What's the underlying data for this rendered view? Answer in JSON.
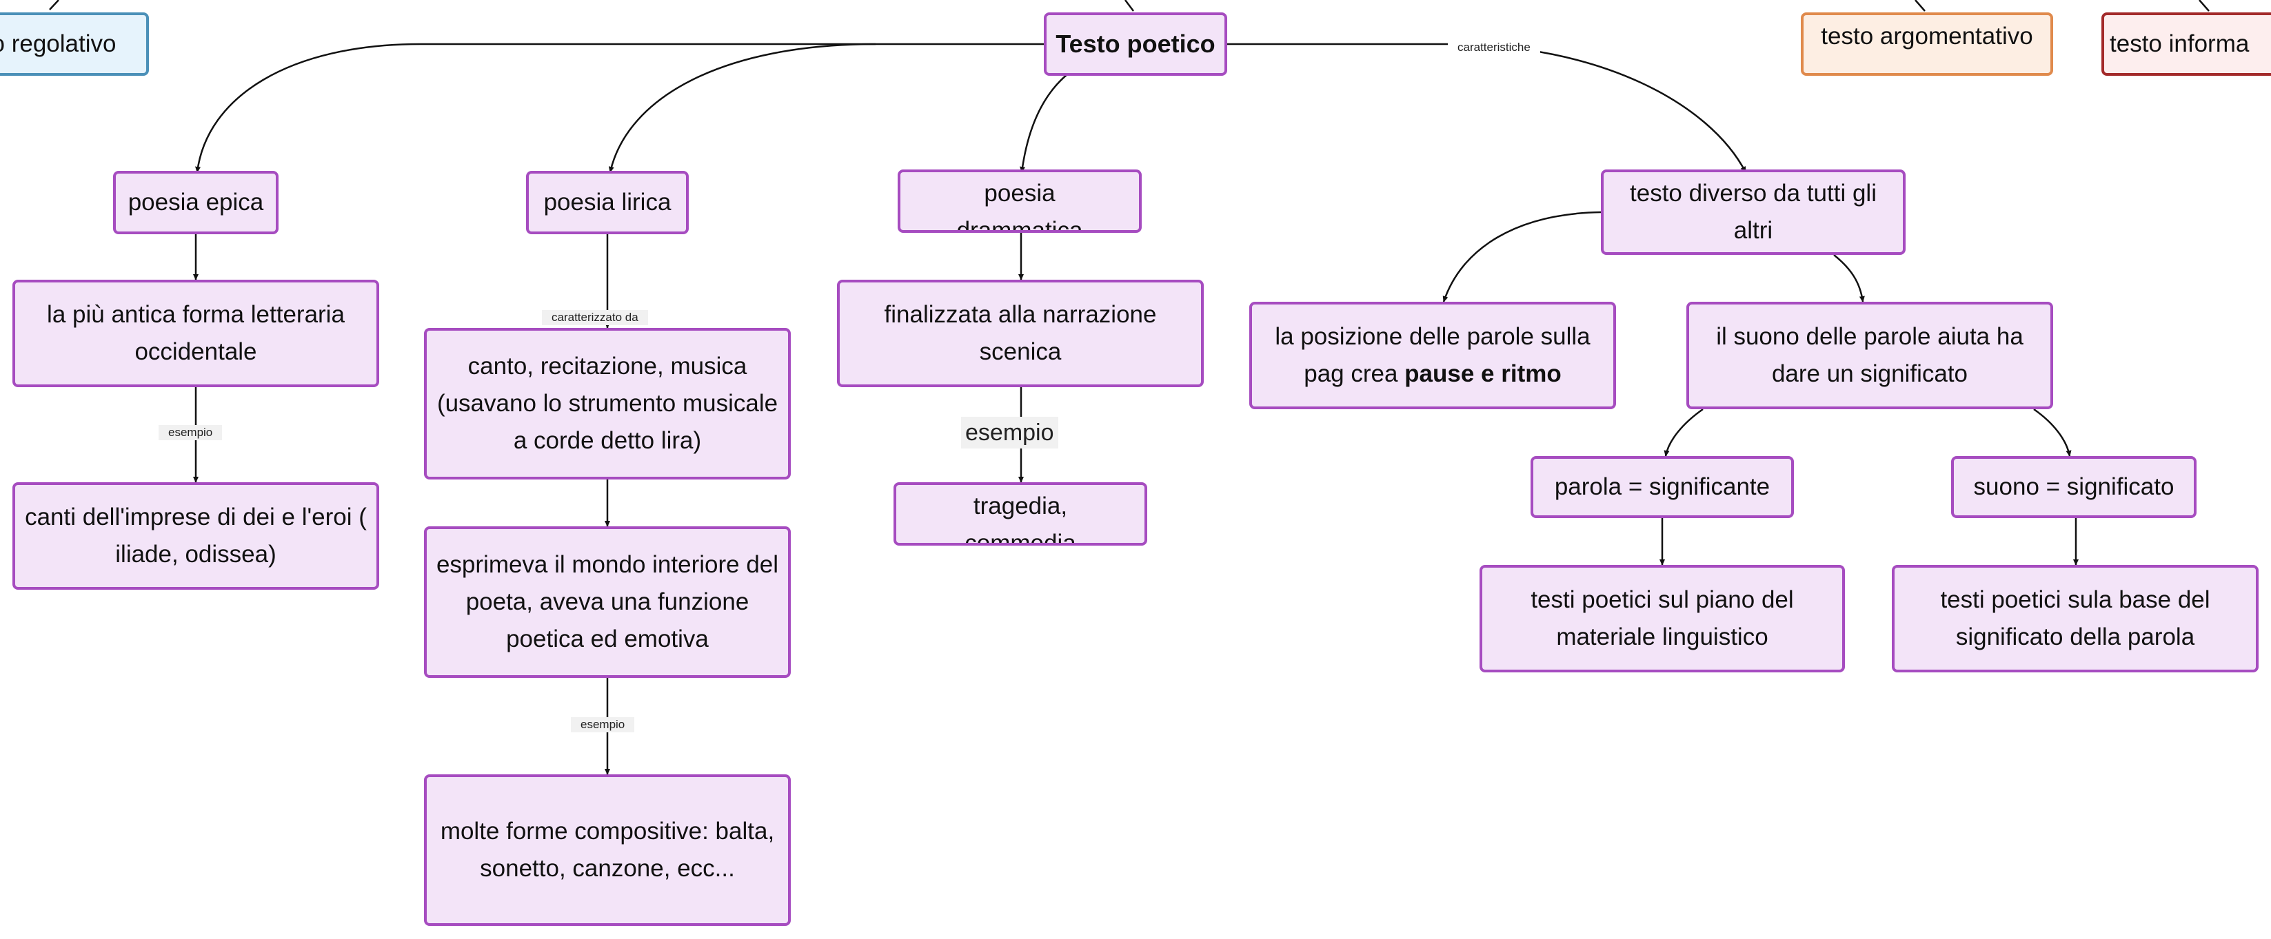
{
  "nodes": {
    "testo_regolativo": "o regolativo",
    "testo_poetico": "Testo poetico",
    "testo_argomentativo": "testo argomentativo",
    "testo_informativo": "testo informa",
    "poesia_epica": "poesia epica",
    "poesia_lirica": "poesia lirica",
    "poesia_drammatica": "poesia drammatica",
    "testo_diverso": "testo diverso da tutti gli altri",
    "antica_forma": "la più antica forma letteraria occidentale",
    "canti_imprese": "canti dell'imprese di dei e l'eroi ( iliade, odissea)",
    "canto_recitazione": "canto, recitazione, musica (usavano lo strumento musicale a corde detto lira)",
    "mondo_interiore": "esprimeva il mondo interiore del poeta, aveva una funzione poetica ed emotiva",
    "forme_compositive": "molte forme compositive: balta, sonetto, canzone, ecc...",
    "narrazione_scenica": "finalizzata alla narrazione scenica",
    "tragedia": "tragedia, commedia",
    "posizione_parole_a": "la posizione delle parole sulla pag crea ",
    "posizione_parole_b": "pause e ritmo",
    "suono_parole": "il suono delle parole aiuta ha dare un significato",
    "parola_significante": "parola = significante",
    "suono_significato": "suono = significato",
    "testi_materiale": "testi poetici sul piano del materiale linguistico",
    "testi_significato": "testi poetici sula base del significato della parola"
  },
  "edge_labels": {
    "caratteristiche": "caratteristiche",
    "esempio_epica": "esempio",
    "caratterizzato_da": "caratterizzato da",
    "esempio_lirica": "esempio",
    "esempio_drammatica": "esempio"
  },
  "colors": {
    "purple_border": "#a64cc0",
    "purple_fill": "#f3e4f8",
    "blue_border": "#4b90b8",
    "orange_border": "#e08a4c",
    "red_border": "#a32a2a",
    "line": "#111111"
  }
}
